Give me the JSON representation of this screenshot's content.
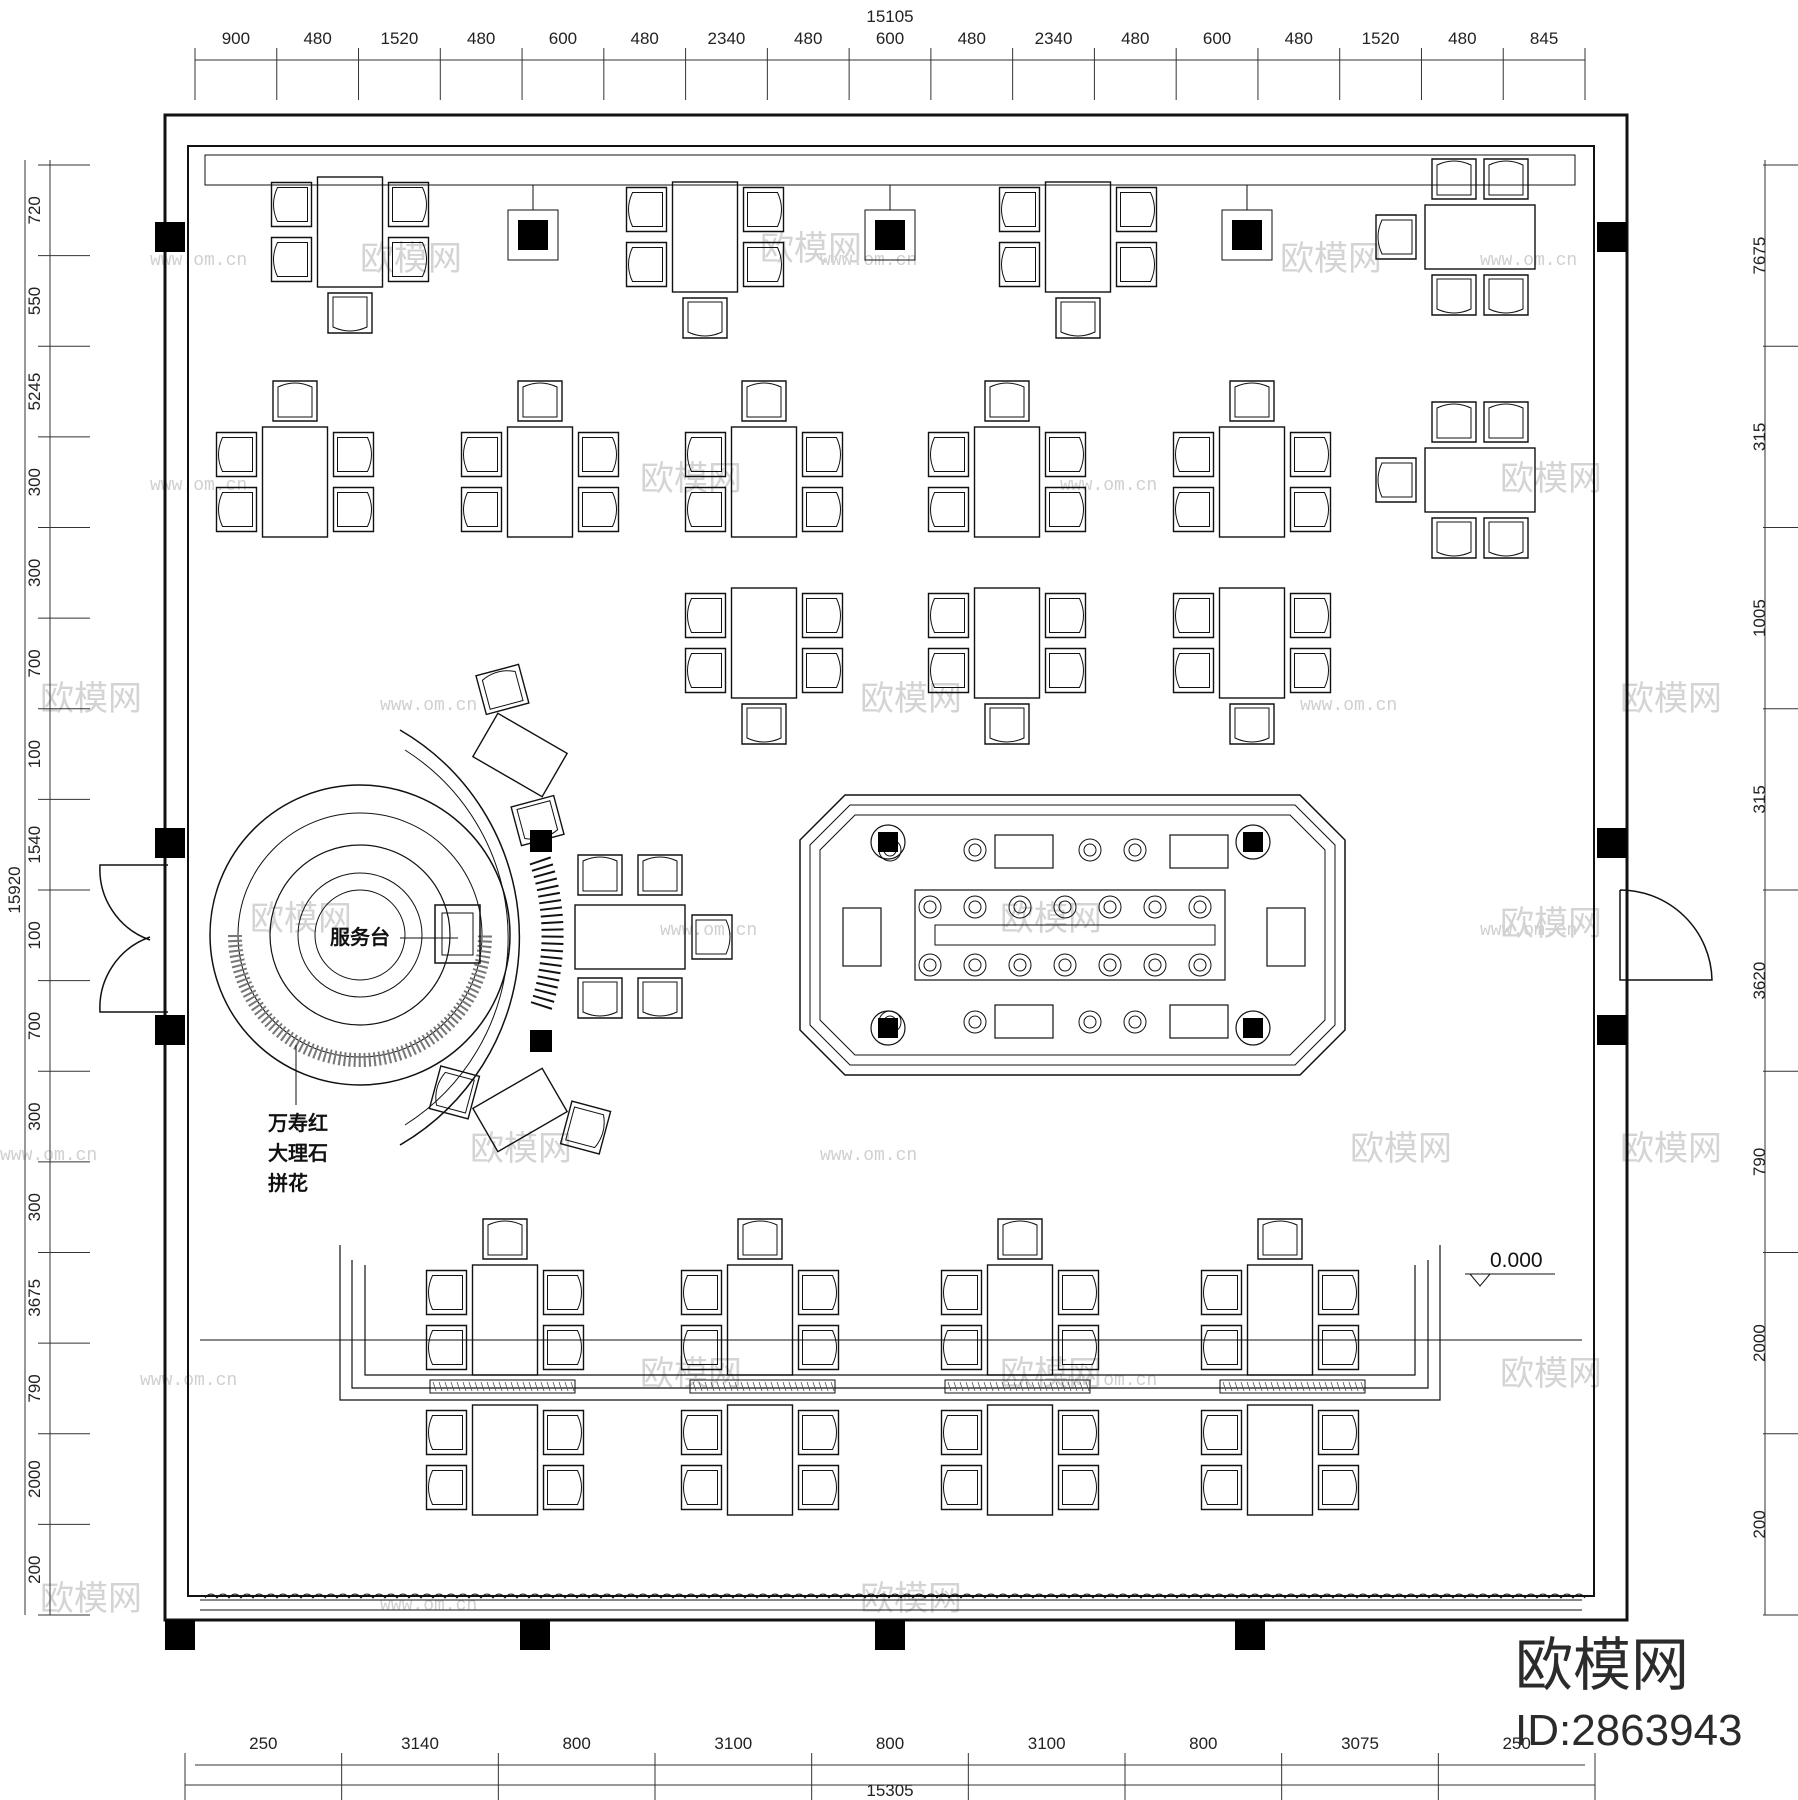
{
  "dimensions": {
    "top_total": "15105",
    "bottom_total": "15305",
    "left_total": "15920",
    "top": [
      "900",
      "480",
      "1520",
      "480",
      "600",
      "480",
      "2340",
      "480",
      "600",
      "480",
      "2340",
      "480",
      "600",
      "480",
      "1520",
      "480",
      "845"
    ],
    "bottom": [
      "250",
      "3140",
      "800",
      "3100",
      "800",
      "3100",
      "800",
      "3075",
      "250"
    ],
    "left": [
      "720",
      "550",
      "5245",
      "300",
      "300",
      "700",
      "100",
      "1540",
      "100",
      "700",
      "300",
      "300",
      "3675",
      "790",
      "2000",
      "200"
    ],
    "right": [
      "7675",
      "315",
      "1005",
      "315",
      "3620",
      "790",
      "2000",
      "200"
    ]
  },
  "labels": {
    "service_desk": "服务台",
    "marble": [
      "万寿红",
      "大理石",
      "拼花"
    ],
    "elevation": "0.000"
  },
  "branding": {
    "logo": "欧模网",
    "id": "ID:2863943",
    "watermark_text": "欧模网",
    "watermark_url": "www.om.cn"
  },
  "colors": {
    "line": "#111111",
    "watermark": "#d4d4d4",
    "background": "#ffffff"
  }
}
